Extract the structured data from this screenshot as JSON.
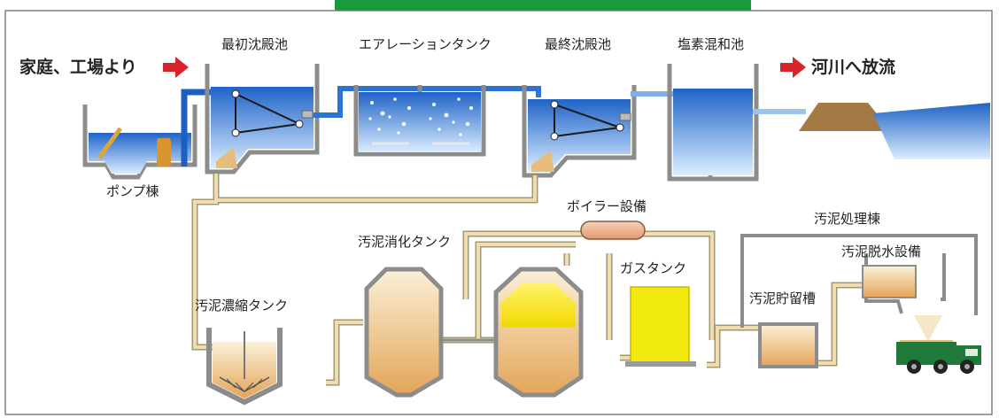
{
  "flow": {
    "inlet": "家庭、工場より",
    "outlet": "河川へ放流"
  },
  "facilities": {
    "pump_house": "ポンプ棟",
    "primary_clarifier": "最初沈殿池",
    "aeration_tank": "エアレーションタンク",
    "final_clarifier": "最終沈殿池",
    "chlorine_tank": "塩素混和池",
    "boiler": "ボイラー設備",
    "digester": "汚泥消化タンク",
    "gas_tank": "ガスタンク",
    "thickener": "汚泥濃縮タンク",
    "sludge_building": "汚泥処理棟",
    "dewatering": "汚泥脱水設備",
    "storage": "汚泥貯留槽"
  },
  "colors": {
    "banner": "#1a9a3c",
    "water": "#3f8fd6",
    "sludge": "#e8b872",
    "pipe_sludge": "#f2dcae",
    "arrow": "#d8232a",
    "gas_tank": "#f2ea0f",
    "truck": "#1f7a3a",
    "wall": "#8c8c8c"
  }
}
